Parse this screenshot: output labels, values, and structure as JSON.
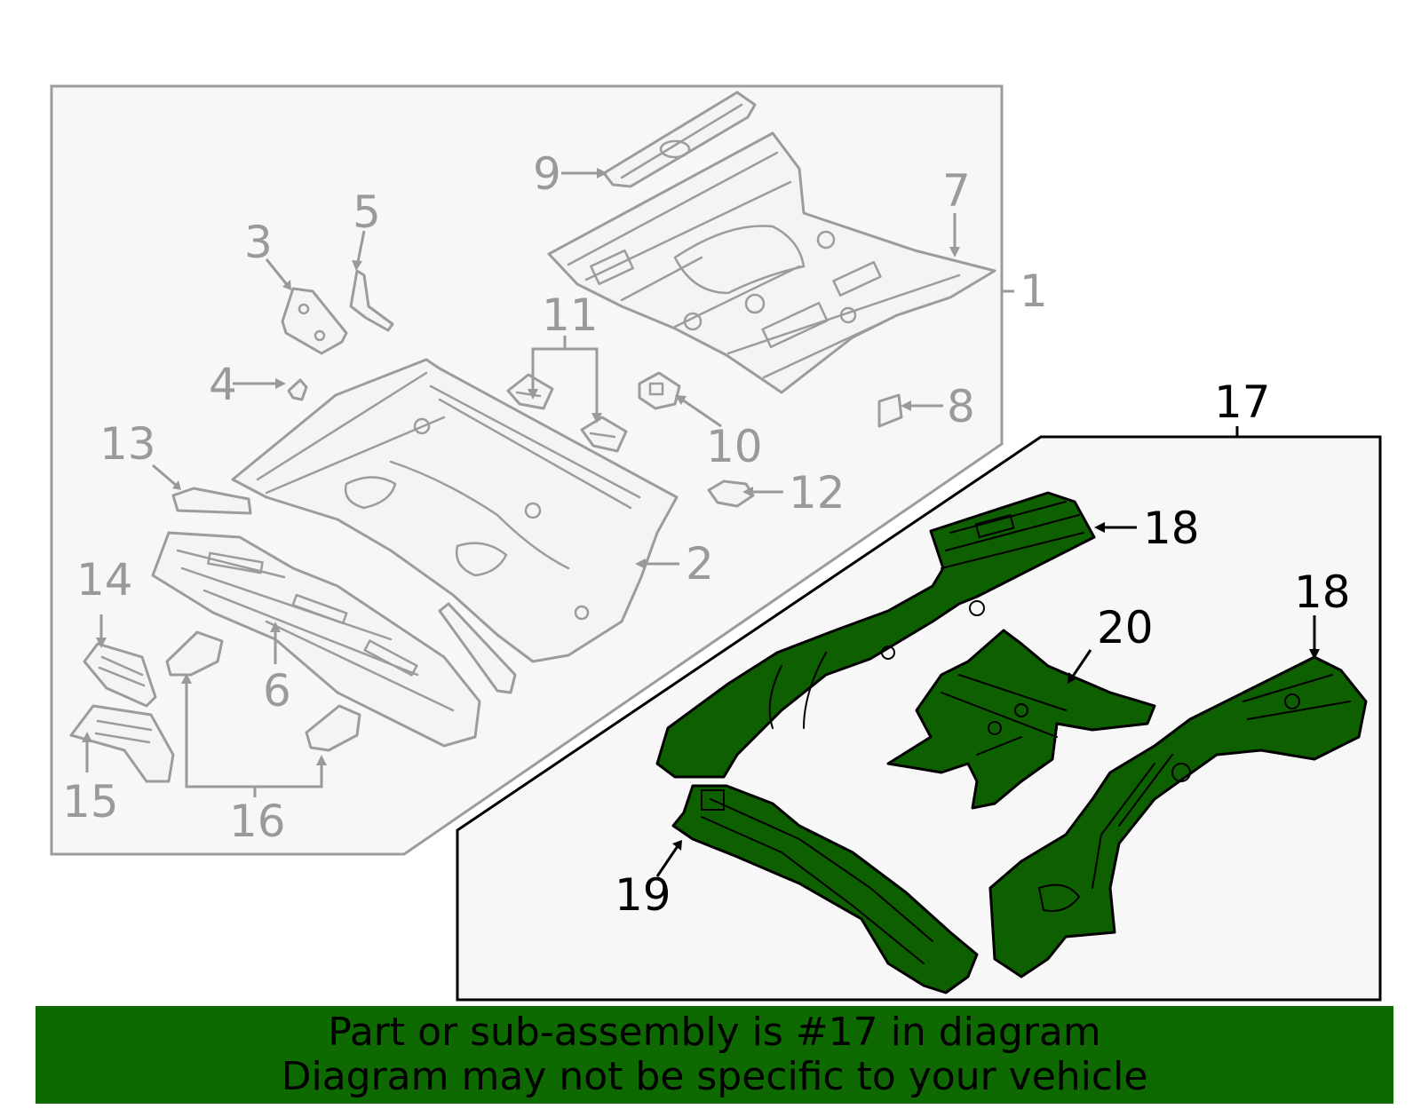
{
  "colors": {
    "highlight_green": "#0d5f00",
    "banner_green": "#0e6a00",
    "group_outline_grey": "#9c9c9c",
    "group_fill": "#f7f7f7",
    "callout_grey": "#9a9a9a",
    "callout_black": "#000000"
  },
  "callouts": {
    "c1": "1",
    "c2": "2",
    "c3": "3",
    "c4": "4",
    "c5": "5",
    "c6": "6",
    "c7": "7",
    "c8": "8",
    "c9": "9",
    "c10": "10",
    "c11": "11",
    "c12": "12",
    "c13": "13",
    "c14": "14",
    "c15": "15",
    "c16": "16",
    "c17": "17",
    "c18a": "18",
    "c18b": "18",
    "c19": "19",
    "c20": "20"
  },
  "highlighted_part": "17",
  "banner": {
    "line1": "Part or sub-assembly is #17 in diagram",
    "line2": "Diagram may not be specific to your vehicle"
  }
}
